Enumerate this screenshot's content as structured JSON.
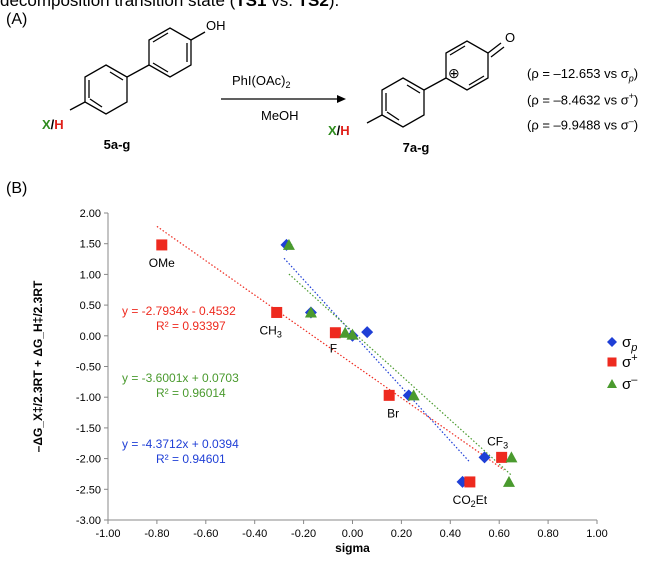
{
  "caption_top": {
    "text_start": "decomposition transition state (",
    "ts1": "TS1",
    "vs": " vs. ",
    "ts2": "TS2",
    "text_end": ")."
  },
  "panel_a": {
    "label": "(A)",
    "oh": "OH",
    "x_sub": "X",
    "slash": "/",
    "h_sub": "H",
    "reactant_label": "5a-g",
    "reagent": "PhI(OAc)",
    "reagent_sub": "2",
    "solvent": "MeOH",
    "product_o": "O",
    "product_label": "7a-g",
    "plus_symbol": "⊕",
    "rho_lines": [
      {
        "pre": "(ρ = –12.653 vs σ",
        "sub": "p",
        "sup": "",
        "post": ")"
      },
      {
        "pre": "(ρ = –8.4632 vs σ",
        "sub": "",
        "sup": "+",
        "post": ")"
      },
      {
        "pre": "(ρ = –9.9488 vs σ",
        "sub": "",
        "sup": "–",
        "post": ")"
      }
    ]
  },
  "panel_b": {
    "label": "(B)"
  },
  "chart_data": {
    "type": "scatter",
    "xlabel": "sigma",
    "ylabel": "–ΔG_X‡/2.3RT + ΔG_H‡/2.3RT",
    "xlim": [
      -1.0,
      1.0
    ],
    "ylim": [
      -3.0,
      2.0
    ],
    "x_ticks": [
      "-1.00",
      "-0.80",
      "-0.60",
      "-0.40",
      "-0.20",
      "0.00",
      "0.20",
      "0.40",
      "0.60",
      "0.80",
      "1.00"
    ],
    "y_ticks": [
      "2.00",
      "1.50",
      "1.00",
      "0.50",
      "0.00",
      "-0.50",
      "-1.00",
      "-1.50",
      "-2.00",
      "-2.50",
      "-3.00"
    ],
    "grid": false,
    "legend_position": "right",
    "series": [
      {
        "name": "σp",
        "color": "#1f3fd6",
        "marker": "diamond",
        "points": [
          [
            -0.27,
            1.48
          ],
          [
            -0.17,
            0.38
          ],
          [
            0.0,
            0.0
          ],
          [
            0.06,
            0.06
          ],
          [
            0.23,
            -0.97
          ],
          [
            0.54,
            -1.98
          ],
          [
            0.45,
            -2.38
          ]
        ],
        "fit": {
          "slope": -4.3712,
          "intercept": 0.0394,
          "eq": "y = -4.3712x + 0.0394",
          "r2": "R² = 0.94601"
        }
      },
      {
        "name": "σ+",
        "color": "#ee2a1f",
        "marker": "square",
        "points": [
          [
            -0.78,
            1.48
          ],
          [
            -0.31,
            0.38
          ],
          [
            -0.07,
            0.05
          ],
          [
            0.15,
            -0.97
          ],
          [
            0.61,
            -1.98
          ],
          [
            0.48,
            -2.38
          ]
        ],
        "fit": {
          "slope": -2.7934,
          "intercept": -0.4532,
          "eq": "y = -2.7934x - 0.4532",
          "r2": "R² = 0.93397"
        }
      },
      {
        "name": "σ–",
        "color": "#4a9a2e",
        "marker": "triangle",
        "points": [
          [
            -0.26,
            1.48
          ],
          [
            -0.17,
            0.38
          ],
          [
            -0.03,
            0.05
          ],
          [
            0.0,
            0.02
          ],
          [
            0.25,
            -0.97
          ],
          [
            0.65,
            -1.98
          ],
          [
            0.64,
            -2.38
          ]
        ],
        "fit": {
          "slope": -3.6001,
          "intercept": 0.0703,
          "eq": "y = -3.6001x + 0.0703",
          "r2": "R² = 0.96014"
        }
      }
    ],
    "point_labels": [
      {
        "text": "OMe",
        "x": -0.78,
        "y": 1.48
      },
      {
        "text": "CH3",
        "x": -0.31,
        "y": 0.38
      },
      {
        "text": "F",
        "x": -0.07,
        "y": 0.05
      },
      {
        "text": "Br",
        "x": 0.15,
        "y": -0.97
      },
      {
        "text": "CF3",
        "x": 0.61,
        "y": -1.98
      },
      {
        "text": "CO2Et",
        "x": 0.48,
        "y": -2.38
      }
    ]
  }
}
